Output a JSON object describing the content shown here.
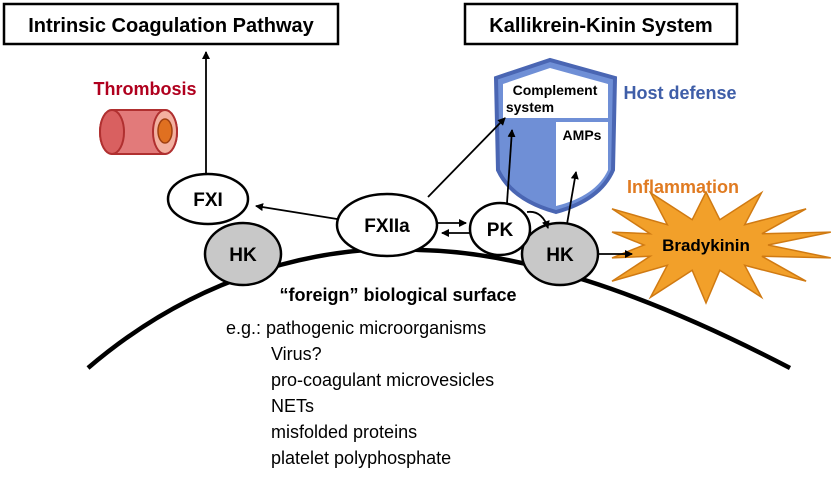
{
  "titles": {
    "intrinsic": "Intrinsic Coagulation Pathway",
    "kallikrein": "Kallikrein-Kinin System"
  },
  "labels": {
    "thrombosis": "Thrombosis",
    "host_defense": "Host defense",
    "inflammation": "Inflammation",
    "complement_line1": "Complement",
    "complement_line2": "system",
    "amps": "AMPs",
    "bradykinin": "Bradykinin"
  },
  "nodes": {
    "fxi": "FXI",
    "fxiia": "FXIIa",
    "pk": "PK",
    "hk_left": "HK",
    "hk_right": "HK"
  },
  "surface": {
    "title": "“foreign” biological surface",
    "examples": [
      "e.g.: pathogenic microorganisms",
      "Virus?",
      "pro-coagulant microvesicles",
      "NETs",
      "misfolded proteins",
      "platelet polyphosphate"
    ]
  },
  "colors": {
    "thrombosis": "#b0001e",
    "host_defense": "#3f5ea8",
    "inflammation": "#e07b22",
    "shield_fill": "#6f8fd6",
    "shield_stroke": "#4a66b3",
    "starburst_fill": "#f2a02a",
    "starburst_stroke": "#d07a12",
    "hk_fill": "#c8c8c8",
    "vessel_fill": "#e27a7a",
    "vessel_stroke": "#b03030",
    "clot_fill": "#e07020"
  }
}
